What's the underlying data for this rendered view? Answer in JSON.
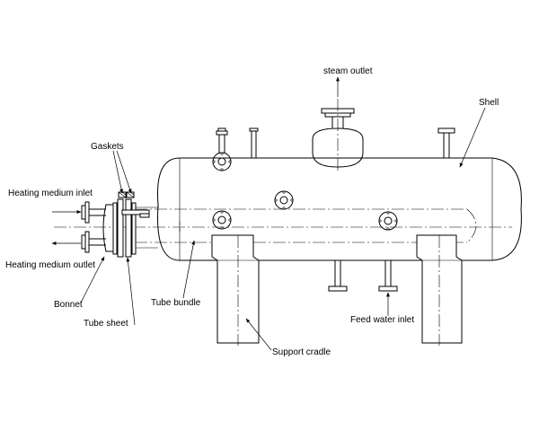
{
  "labels": {
    "steam_outlet": "steam outlet",
    "shell": "Shell",
    "gaskets": "Gaskets",
    "heating_medium_inlet": "Heating medium inlet",
    "heating_medium_outlet": "Heating medium outlet",
    "bonnet": "Bonnet",
    "tube_sheet": "Tube sheet",
    "tube_bundle": "Tube bundle",
    "support_cradle": "Support cradle",
    "feed_water_inlet": "Feed water inlet"
  },
  "colors": {
    "line": "#000000",
    "background": "#ffffff"
  }
}
